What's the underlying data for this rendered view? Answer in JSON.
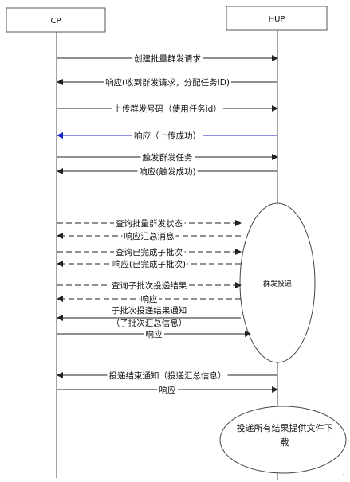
{
  "participants": {
    "cp": "CP",
    "hup": "HUP"
  },
  "messages": [
    {
      "id": "m1",
      "text": "创建批量群发请求",
      "direction": "right",
      "style": "solid",
      "color": "#222222"
    },
    {
      "id": "m2",
      "text": "响应(收到群发请求，分配任务ID)",
      "direction": "left",
      "style": "solid",
      "color": "#222222"
    },
    {
      "id": "m3",
      "text": "上传群发号码（使用任务id）",
      "direction": "right",
      "style": "solid",
      "color": "#222222"
    },
    {
      "id": "m4",
      "text": "响应（上传成功）",
      "direction": "left",
      "style": "solid",
      "color": "#1a22c8"
    },
    {
      "id": "m5",
      "text": "触发群发任务",
      "direction": "right",
      "style": "solid",
      "color": "#222222"
    },
    {
      "id": "m6",
      "text": "响应(触发成功)",
      "direction": "left",
      "style": "solid",
      "color": "#222222"
    },
    {
      "id": "m7",
      "text": "查询批量群发状态",
      "direction": "right",
      "style": "dashed",
      "color": "#222222"
    },
    {
      "id": "m8",
      "text": "响应汇总消息",
      "direction": "left",
      "style": "dashed",
      "color": "#222222"
    },
    {
      "id": "m9",
      "text": "查询已完成子批次",
      "direction": "right",
      "style": "dashed",
      "color": "#222222"
    },
    {
      "id": "m10",
      "text": "响应(已完成子批次)",
      "direction": "left",
      "style": "dashed",
      "color": "#222222"
    },
    {
      "id": "m11",
      "text": "查询子批次投递结果",
      "direction": "right",
      "style": "dashed",
      "color": "#222222"
    },
    {
      "id": "m12",
      "text": "响应",
      "direction": "left",
      "style": "dashed",
      "color": "#222222"
    },
    {
      "id": "m13",
      "text": "子批次投递结果通知",
      "text2": "（子批次汇总信息）",
      "direction": "left",
      "style": "solid",
      "color": "#222222"
    },
    {
      "id": "m14",
      "text": "响应",
      "direction": "right",
      "style": "solid",
      "color": "#222222"
    },
    {
      "id": "m15",
      "text": "投递结束通知（投递汇总信息）",
      "direction": "left",
      "style": "solid",
      "color": "#222222"
    },
    {
      "id": "m16",
      "text": "响应",
      "direction": "right",
      "style": "solid",
      "color": "#222222"
    }
  ],
  "activities": {
    "delivery": "群发投递",
    "download_line1": "投递所有结果提供文件下",
    "download_line2": "载"
  }
}
